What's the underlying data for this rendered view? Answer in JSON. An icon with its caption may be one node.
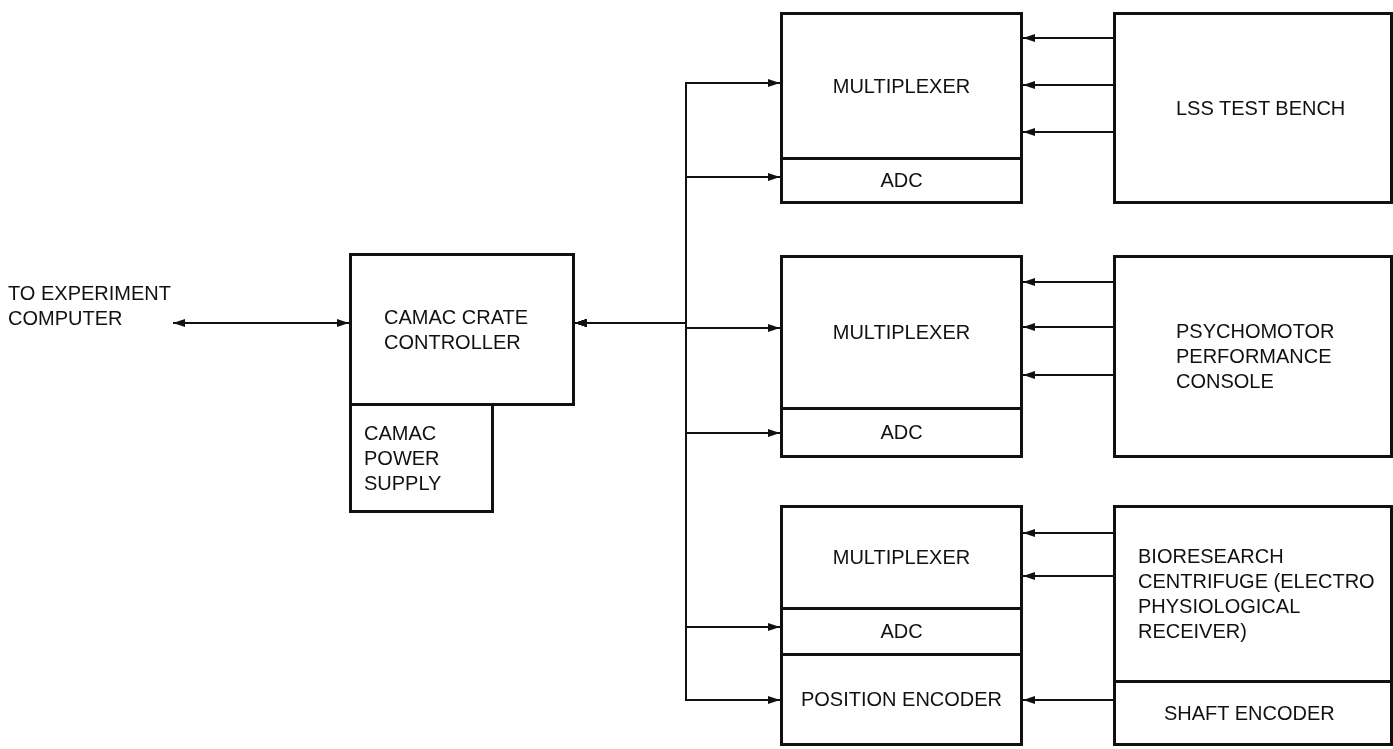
{
  "diagram": {
    "nodes": [
      {
        "text": [
          "TO EXPERIMENT COMPUTER"
        ]
      },
      {
        "text": [
          "CAMAC CRATE CONTROLLER"
        ]
      },
      {
        "text": [
          "CAMAC POWER SUPPLY"
        ]
      },
      {
        "text": [
          "MULTIPLEXER"
        ]
      },
      {
        "text": [
          "ADC"
        ]
      },
      {
        "text": [
          "LSS TEST BENCH"
        ]
      },
      {
        "text": [
          "MULTIPLEXER"
        ]
      },
      {
        "text": [
          "ADC"
        ]
      },
      {
        "text": [
          "PSYCHOMOTOR PERFORMANCE CONSOLE"
        ]
      },
      {
        "text": [
          "MULTIPLEXER"
        ]
      },
      {
        "text": [
          "ADC"
        ]
      },
      {
        "text": [
          "POSITION ENCODER"
        ]
      },
      {
        "text": [
          "BIORESEARCH CENTRIFUGE (ELECTRO PHYSIOLOGICAL RECEIVER)"
        ]
      },
      {
        "text": [
          "SHAFT ENCODER"
        ]
      }
    ],
    "edges": [
      {
        "from": 0,
        "to": 1,
        "arrow": "both"
      },
      {
        "from": 1,
        "to": 3,
        "arrow": "both"
      },
      {
        "from": 1,
        "to": 4,
        "arrow": "both"
      },
      {
        "from": 1,
        "to": 6,
        "arrow": "both"
      },
      {
        "from": 1,
        "to": 7,
        "arrow": "both"
      },
      {
        "from": 1,
        "to": 10,
        "arrow": "both"
      },
      {
        "from": 1,
        "to": 11,
        "arrow": "both"
      },
      {
        "from": 5,
        "to": 3,
        "arrow": "to"
      },
      {
        "from": 5,
        "to": 3,
        "arrow": "to"
      },
      {
        "from": 5,
        "to": 3,
        "arrow": "to"
      },
      {
        "from": 8,
        "to": 6,
        "arrow": "to"
      },
      {
        "from": 8,
        "to": 6,
        "arrow": "to"
      },
      {
        "from": 8,
        "to": 6,
        "arrow": "to"
      },
      {
        "from": 12,
        "to": 9,
        "arrow": "to"
      },
      {
        "from": 12,
        "to": 9,
        "arrow": "to"
      },
      {
        "from": 13,
        "to": 11,
        "arrow": "to"
      }
    ]
  }
}
